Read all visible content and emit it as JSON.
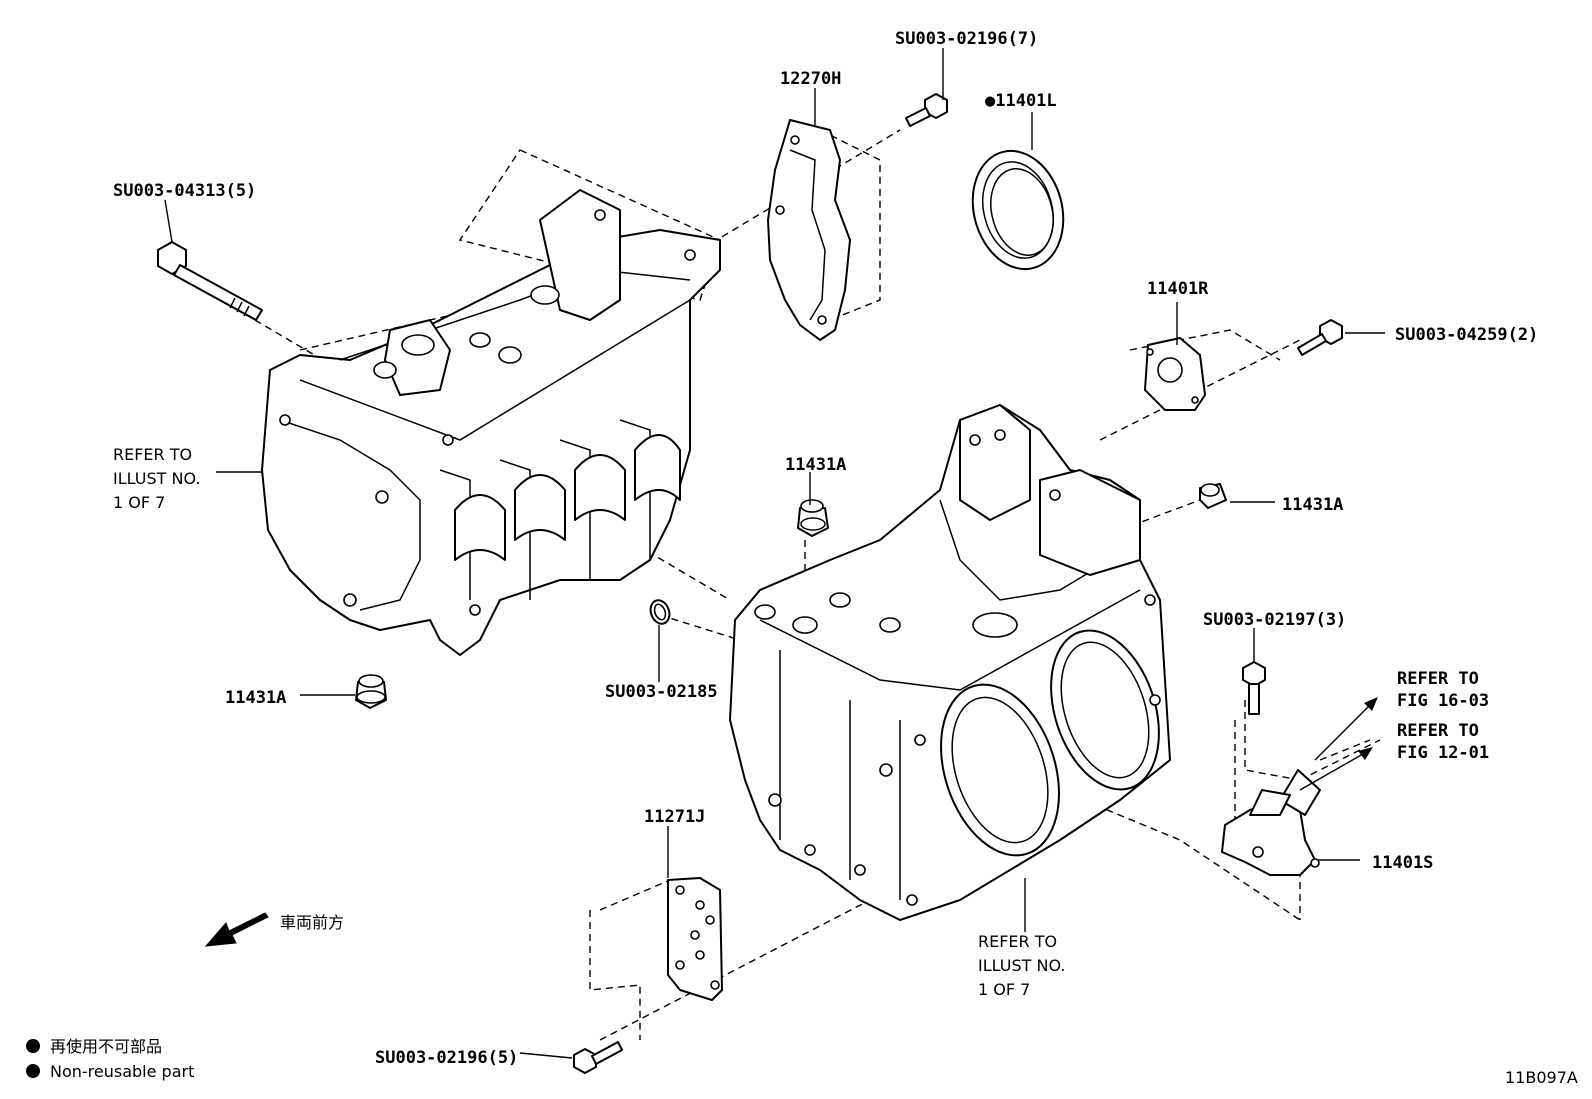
{
  "diagram": {
    "part_labels": {
      "bolt_top": "SU003-02196(7)",
      "gasket_top": "12270H",
      "seal_rear": "●11401L",
      "bolt_long": "SU003-04313(5)",
      "cover_right": "11401R",
      "bolt_right": "SU003-04259(2)",
      "plug_center": "11431A",
      "plug_right": "11431A",
      "plug_left": "11431A",
      "oring": "SU003-02185",
      "bolt_outlet": "SU003-02197(3)",
      "plate_bottom": "11271J",
      "outlet": "11401S",
      "bolt_bottom": "SU003-02196(5)"
    },
    "refer_left": [
      "REFER TO",
      "ILLUST NO.",
      "1 OF 7"
    ],
    "refer_bottom": [
      "REFER TO",
      "ILLUST NO.",
      "1 OF 7"
    ],
    "refer_fig1": [
      "REFER  TO",
      "FIG 16-03"
    ],
    "refer_fig2": [
      "REFER  TO",
      "FIG 12-01"
    ],
    "front_direction": "車両前方",
    "legend": {
      "line1": "再使用不可部品",
      "line2": "Non-reusable part"
    },
    "figure_code": "11B097A"
  }
}
